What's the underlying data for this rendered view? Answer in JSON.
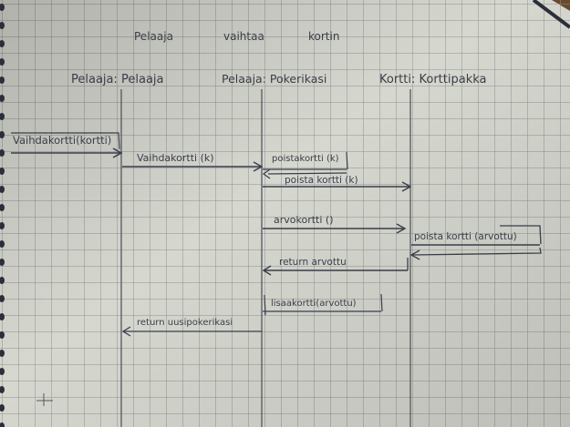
{
  "title": {
    "left": "Pelaaja",
    "middle": "vaihtaa",
    "right": "kortin"
  },
  "lifelines": [
    {
      "id": "pelaaja",
      "label": "Pelaaja: Pelaaja"
    },
    {
      "id": "poker",
      "label": "Pelaaja: Pokerikasi"
    },
    {
      "id": "kortti",
      "label": "Kortti: Korttipakka"
    }
  ],
  "messages": [
    {
      "label": "Vaihdakortti(kortti)",
      "from": "actor",
      "to": "pelaaja",
      "kind": "call"
    },
    {
      "label": "Vaihdakortti (k)",
      "from": "pelaaja",
      "to": "poker",
      "kind": "call"
    },
    {
      "label": "poistakortti (k)",
      "from": "poker",
      "to": "poker",
      "kind": "self"
    },
    {
      "label": "poista kortti (k)",
      "from": "poker",
      "to": "kortti",
      "kind": "call"
    },
    {
      "label": "arvokortti ()",
      "from": "poker",
      "to": "kortti",
      "kind": "call"
    },
    {
      "label": "poista kortti (arvottu)",
      "from": "kortti",
      "to": "kortti",
      "kind": "self"
    },
    {
      "label": "return arvottu",
      "from": "kortti",
      "to": "poker",
      "kind": "return"
    },
    {
      "label": "lisaakortti(arvottu)",
      "from": "poker",
      "to": "poker",
      "kind": "self"
    },
    {
      "label": "return uusipokerikasi",
      "from": "poker",
      "to": "pelaaja",
      "kind": "return"
    }
  ],
  "colors": {
    "paper": "#d6d8d0",
    "grid": "#8d9290",
    "ink": "#3a3d4a",
    "pencil": "#55575c",
    "desk": "#6b4a2c",
    "binding": "#2b2f3a"
  }
}
